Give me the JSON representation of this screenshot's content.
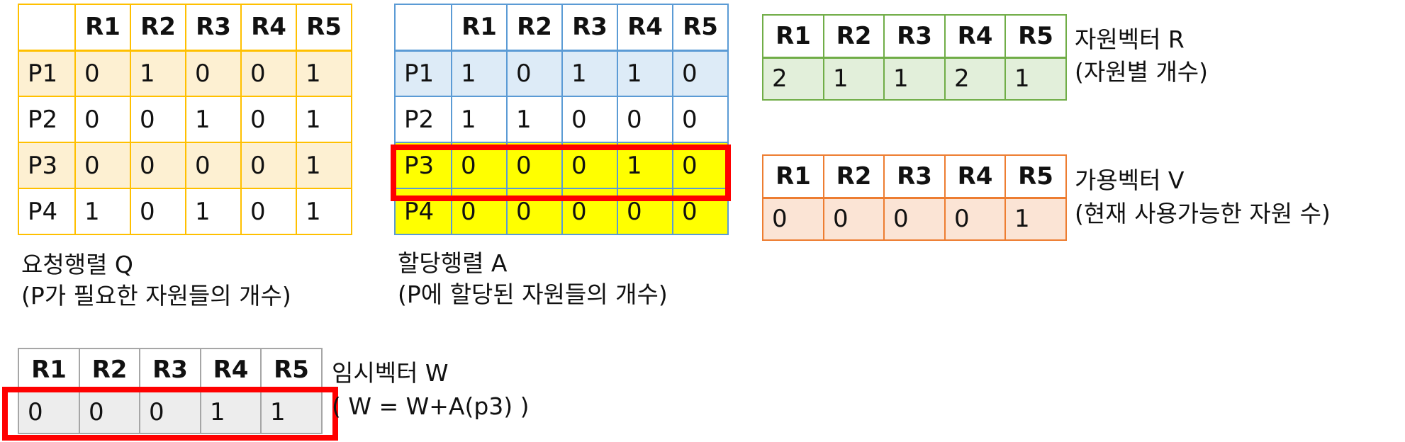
{
  "header": [
    "R1",
    "R2",
    "R3",
    "R4",
    "R5"
  ],
  "request_matrix": {
    "rows": [
      {
        "process": "P1",
        "values": [
          "0",
          "1",
          "0",
          "0",
          "1"
        ]
      },
      {
        "process": "P2",
        "values": [
          "0",
          "0",
          "1",
          "0",
          "1"
        ]
      },
      {
        "process": "P3",
        "values": [
          "0",
          "0",
          "0",
          "0",
          "1"
        ]
      },
      {
        "process": "P4",
        "values": [
          "1",
          "0",
          "1",
          "0",
          "1"
        ]
      }
    ],
    "title": "요청행렬 Q",
    "subtitle": "(P가 필요한 자원들의 개수)"
  },
  "allocation_matrix": {
    "rows": [
      {
        "process": "P1",
        "values": [
          "1",
          "0",
          "1",
          "1",
          "0"
        ]
      },
      {
        "process": "P2",
        "values": [
          "1",
          "1",
          "0",
          "0",
          "0"
        ]
      },
      {
        "process": "P3",
        "values": [
          "0",
          "0",
          "0",
          "1",
          "0"
        ]
      },
      {
        "process": "P4",
        "values": [
          "0",
          "0",
          "0",
          "0",
          "0"
        ]
      }
    ],
    "title": "할당행렬 A",
    "subtitle": "(P에 할당된 자원들의 개수)",
    "highlighted_row": "P3"
  },
  "resource_vector": {
    "values": [
      "2",
      "1",
      "1",
      "2",
      "1"
    ],
    "title": "자원벡터 R",
    "subtitle": "(자원별 개수)"
  },
  "available_vector": {
    "values": [
      "0",
      "0",
      "0",
      "0",
      "1"
    ],
    "title": "가용벡터 V",
    "subtitle": "(현재 사용가능한 자원 수)"
  },
  "temp_vector": {
    "values": [
      "0",
      "0",
      "0",
      "1",
      "1"
    ],
    "title": "임시벡터 W",
    "subtitle": "( W = W+A(p3) )"
  },
  "colors": {
    "request": "#FFC000",
    "allocation": "#5B9BD5",
    "resource": "#70AD47",
    "available": "#ED7D31",
    "temp": "#A6A6A6",
    "highlight": "#FF0000",
    "selected_fill": "#FFFF00"
  }
}
